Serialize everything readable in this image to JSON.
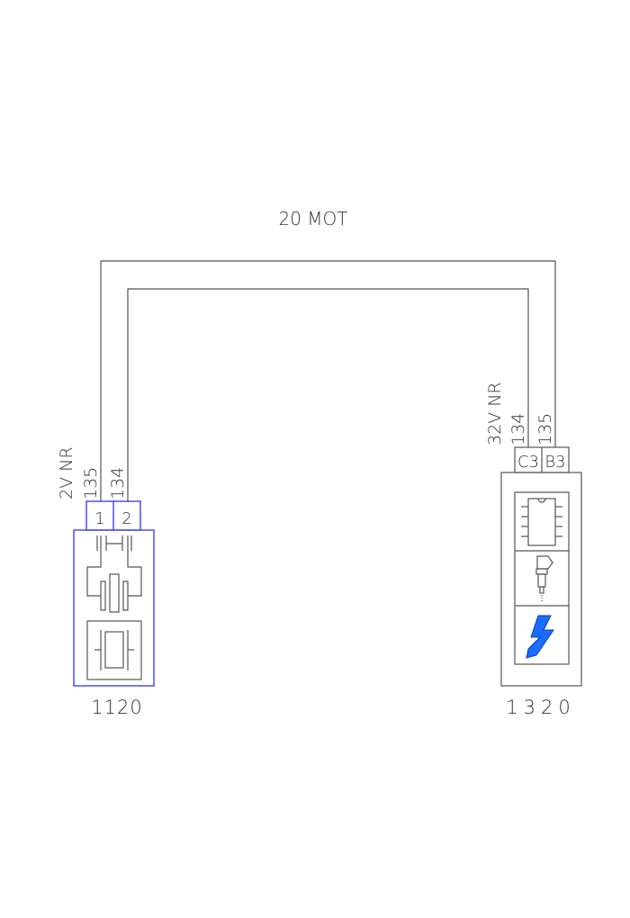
{
  "harness": {
    "label": "20 MOT"
  },
  "wires": [
    {
      "number": "135"
    },
    {
      "number": "134"
    }
  ],
  "left_connector": {
    "id": "1120",
    "connector_label": "2V NR",
    "pins": [
      "1",
      "2"
    ],
    "wire_labels": [
      "135",
      "134"
    ],
    "outline_color": "#2020ff"
  },
  "right_connector": {
    "id": "1320",
    "connector_label": "32V NR",
    "pins": [
      "C3",
      "B3"
    ],
    "wire_labels": [
      "134",
      "135"
    ],
    "icons": [
      "ic-chip-icon",
      "injector-icon",
      "lightning-icon"
    ],
    "accent_color": "#1a6cff"
  }
}
